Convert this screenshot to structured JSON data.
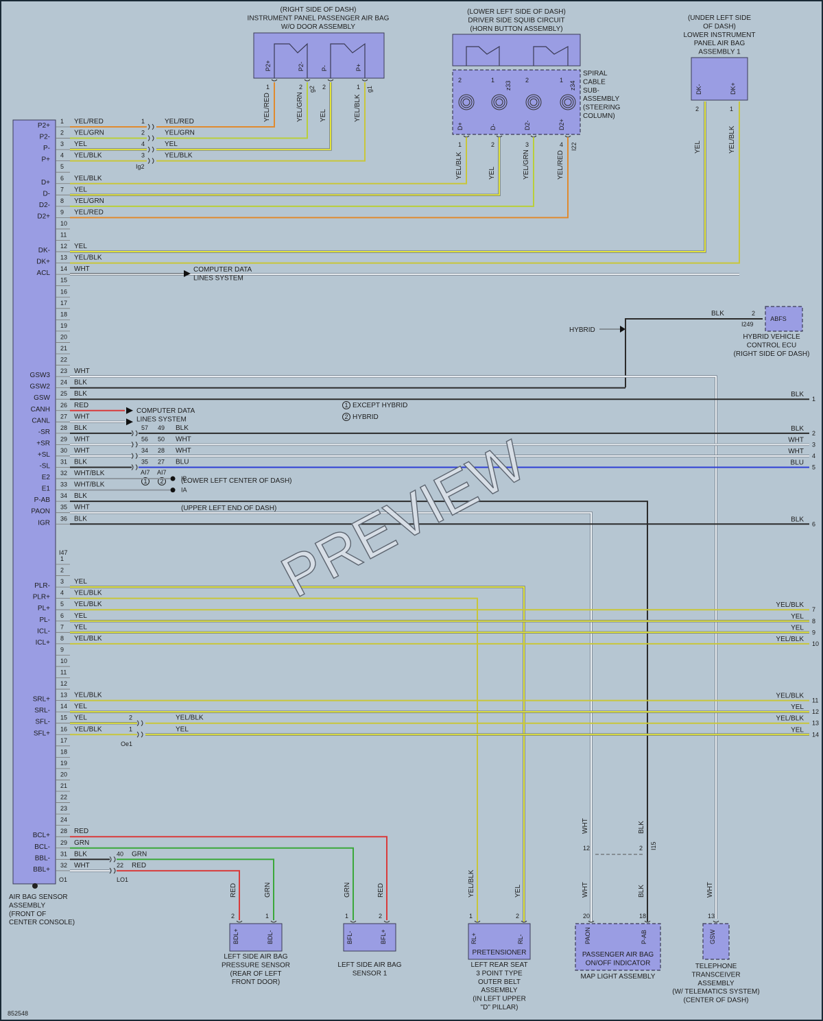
{
  "ecu": {
    "caption": [
      "AIR BAG SENSOR",
      "ASSEMBLY",
      "(FRONT OF",
      "CENTER CONSOLE)"
    ],
    "connector_a": "I47",
    "connector_b": "O1",
    "pins_a": [
      {
        "n": "1",
        "term": "P2+",
        "color": "YEL/RED",
        "wire": "#e08a2e"
      },
      {
        "n": "2",
        "term": "P2-",
        "color": "YEL/GRN",
        "wire": "#b9cf3a"
      },
      {
        "n": "3",
        "term": "P-",
        "color": "YEL",
        "wire": "#e3e43c"
      },
      {
        "n": "4",
        "term": "P+",
        "color": "YEL/BLK",
        "wire": "#c8c63a"
      },
      {
        "n": "5",
        "term": "",
        "color": "",
        "wire": ""
      },
      {
        "n": "6",
        "term": "D+",
        "color": "YEL/BLK",
        "wire": "#c8c63a"
      },
      {
        "n": "7",
        "term": "D-",
        "color": "YEL",
        "wire": "#e3e43c"
      },
      {
        "n": "8",
        "term": "D2-",
        "color": "YEL/GRN",
        "wire": "#b9cf3a"
      },
      {
        "n": "9",
        "term": "D2+",
        "color": "YEL/RED",
        "wire": "#e08a2e"
      },
      {
        "n": "10",
        "term": "",
        "color": "",
        "wire": ""
      },
      {
        "n": "11",
        "term": "",
        "color": "",
        "wire": ""
      },
      {
        "n": "12",
        "term": "DK-",
        "color": "YEL",
        "wire": "#e3e43c"
      },
      {
        "n": "13",
        "term": "DK+",
        "color": "YEL/BLK",
        "wire": "#c8c63a"
      },
      {
        "n": "14",
        "term": "ACL",
        "color": "WHT",
        "wire": "#eef2f6"
      },
      {
        "n": "15",
        "term": "",
        "color": "",
        "wire": ""
      },
      {
        "n": "16",
        "term": "",
        "color": "",
        "wire": ""
      },
      {
        "n": "17",
        "term": "",
        "color": "",
        "wire": ""
      },
      {
        "n": "18",
        "term": "",
        "color": "",
        "wire": ""
      },
      {
        "n": "19",
        "term": "",
        "color": "",
        "wire": ""
      },
      {
        "n": "20",
        "term": "",
        "color": "",
        "wire": ""
      },
      {
        "n": "21",
        "term": "",
        "color": "",
        "wire": ""
      },
      {
        "n": "22",
        "term": "",
        "color": "",
        "wire": ""
      },
      {
        "n": "23",
        "term": "GSW3",
        "color": "WHT",
        "wire": "#eef2f6"
      },
      {
        "n": "24",
        "term": "GSW2",
        "color": "BLK",
        "wire": "#2b2b2b"
      },
      {
        "n": "25",
        "term": "GSW",
        "color": "BLK",
        "wire": "#2b2b2b"
      },
      {
        "n": "26",
        "term": "CANH",
        "color": "RED",
        "wire": "#d93a3a"
      },
      {
        "n": "27",
        "term": "CANL",
        "color": "WHT",
        "wire": "#eef2f6"
      },
      {
        "n": "28",
        "term": "-SR",
        "color": "BLK",
        "wire": "#2b2b2b"
      },
      {
        "n": "29",
        "term": "+SR",
        "color": "WHT",
        "wire": "#eef2f6"
      },
      {
        "n": "30",
        "term": "+SL",
        "color": "WHT",
        "wire": "#eef2f6"
      },
      {
        "n": "31",
        "term": "-SL",
        "color": "BLK",
        "wire": "#2b2b2b"
      },
      {
        "n": "32",
        "term": "E2",
        "color": "WHT/BLK",
        "wire": "#8e979f"
      },
      {
        "n": "33",
        "term": "E1",
        "color": "WHT/BLK",
        "wire": "#8e979f"
      },
      {
        "n": "34",
        "term": "P-AB",
        "color": "BLK",
        "wire": "#2b2b2b"
      },
      {
        "n": "35",
        "term": "PAON",
        "color": "WHT",
        "wire": "#eef2f6"
      },
      {
        "n": "36",
        "term": "IGR",
        "color": "BLK",
        "wire": "#2b2b2b"
      }
    ],
    "pins_b": [
      {
        "n": "1",
        "term": "",
        "color": "",
        "wire": ""
      },
      {
        "n": "2",
        "term": "",
        "color": "",
        "wire": ""
      },
      {
        "n": "3",
        "term": "PLR-",
        "color": "YEL",
        "wire": "#e3e43c"
      },
      {
        "n": "4",
        "term": "PLR+",
        "color": "YEL/BLK",
        "wire": "#c8c63a"
      },
      {
        "n": "5",
        "term": "PL+",
        "color": "YEL/BLK",
        "wire": "#c8c63a"
      },
      {
        "n": "6",
        "term": "PL-",
        "color": "YEL",
        "wire": "#e3e43c"
      },
      {
        "n": "7",
        "term": "ICL-",
        "color": "YEL",
        "wire": "#e3e43c"
      },
      {
        "n": "8",
        "term": "ICL+",
        "color": "YEL/BLK",
        "wire": "#c8c63a"
      },
      {
        "n": "9",
        "term": "",
        "color": "",
        "wire": ""
      },
      {
        "n": "10",
        "term": "",
        "color": "",
        "wire": ""
      },
      {
        "n": "11",
        "term": "",
        "color": "",
        "wire": ""
      },
      {
        "n": "12",
        "term": "",
        "color": "",
        "wire": ""
      },
      {
        "n": "13",
        "term": "SRL+",
        "color": "YEL/BLK",
        "wire": "#c8c63a"
      },
      {
        "n": "14",
        "term": "SRL-",
        "color": "YEL",
        "wire": "#e3e43c"
      },
      {
        "n": "15",
        "term": "SFL-",
        "color": "YEL",
        "wire": "#e3e43c"
      },
      {
        "n": "16",
        "term": "SFL+",
        "color": "YEL/BLK",
        "wire": "#c8c63a"
      },
      {
        "n": "17",
        "term": "",
        "color": "",
        "wire": ""
      },
      {
        "n": "18",
        "term": "",
        "color": "",
        "wire": ""
      },
      {
        "n": "19",
        "term": "",
        "color": "",
        "wire": ""
      },
      {
        "n": "20",
        "term": "",
        "color": "",
        "wire": ""
      },
      {
        "n": "21",
        "term": "",
        "color": "",
        "wire": ""
      },
      {
        "n": "22",
        "term": "",
        "color": "",
        "wire": ""
      },
      {
        "n": "23",
        "term": "",
        "color": "",
        "wire": ""
      },
      {
        "n": "24",
        "term": "",
        "color": "",
        "wire": ""
      },
      {
        "n": "28",
        "term": "BCL+",
        "color": "RED",
        "wire": "#d93a3a"
      },
      {
        "n": "29",
        "term": "BCL-",
        "color": "GRN",
        "wire": "#3aa83a"
      },
      {
        "n": "31",
        "term": "BBL-",
        "color": "BLK",
        "wire": "#2b2b2b"
      },
      {
        "n": "32",
        "term": "BBL+",
        "color": "WHT",
        "wire": "#eef2f6"
      }
    ]
  },
  "passenger_airbag": {
    "caption": [
      "(RIGHT SIDE OF DASH)",
      "INSTRUMENT PANEL PASSENGER AIR BAG",
      "W/O DOOR ASSEMBLY"
    ],
    "terminals": [
      "P2+",
      "P2-",
      "P-",
      "P+"
    ],
    "pins": [
      "1",
      "2",
      "2",
      "1"
    ],
    "wires": [
      "YEL/RED",
      "YEL/GRN",
      "YEL",
      "YEL/BLK"
    ],
    "connectors": [
      "g2",
      "g1"
    ],
    "junction": "Ig2",
    "junction_rows": [
      {
        "a": "1",
        "b": "YEL/RED"
      },
      {
        "a": "2",
        "b": "YEL/GRN"
      },
      {
        "a": "4",
        "b": "YEL"
      },
      {
        "a": "3",
        "b": "YEL/BLK"
      }
    ]
  },
  "driver_squib": {
    "caption": [
      "(LOWER LEFT SIDE OF DASH)",
      "DRIVER SIDE SQUIB CIRCUIT",
      "(HORN BUTTON ASSEMBLY)"
    ],
    "spiral_caption": [
      "SPIRAL",
      "CABLE",
      "SUB-",
      "ASSEMBLY",
      "(STEERING",
      "COLUMN)"
    ],
    "terminals": [
      "D+",
      "D-",
      "D2-",
      "D2+"
    ],
    "top_pins": [
      "2",
      "1",
      "2",
      "1"
    ],
    "top_connectors": [
      "z33",
      "z34"
    ],
    "bottom_pins": [
      "1",
      "2",
      "3",
      "4"
    ],
    "bottom_connector": "I22",
    "wires": [
      "YEL/BLK",
      "YEL",
      "YEL/GRN",
      "YEL/RED"
    ]
  },
  "knee_airbag": {
    "caption": [
      "(UNDER LEFT SIDE",
      "OF DASH)",
      "LOWER INSTRUMENT",
      "PANEL AIR BAG",
      "ASSEMBLY 1"
    ],
    "terminals": [
      "DK-",
      "DK+"
    ],
    "pins": [
      "2",
      "1"
    ],
    "wires": [
      "YEL",
      "YEL/BLK"
    ]
  },
  "abfs": {
    "label": "ABFS",
    "pin": "2",
    "wire": "BLK",
    "connector": "I249",
    "hybrid_label": "HYBRID",
    "caption": [
      "HYBRID VEHICLE",
      "CONTROL ECU",
      "(RIGHT SIDE OF DASH)"
    ]
  },
  "notes": {
    "computer_data_1": [
      "COMPUTER DATA",
      "LINES SYSTEM"
    ],
    "computer_data_2": [
      "COMPUTER DATA",
      "LINES SYSTEM"
    ],
    "except_hybrid": "EXCEPT HYBRID",
    "hybrid": "HYBRID",
    "legend_1": "1",
    "legend_2": "2",
    "ground_ib": "IB",
    "ground_ia": "IA",
    "ground_ib_loc": "(LOWER LEFT CENTER OF DASH)",
    "ground_ia_loc": "(UPPER LEFT END OF DASH)",
    "sr_junction": "AI7",
    "sr_rows": [
      {
        "a": "57",
        "b": "49",
        "c": "BLK"
      },
      {
        "a": "56",
        "b": "50",
        "c": "WHT"
      },
      {
        "a": "34",
        "b": "28",
        "c": "WHT"
      },
      {
        "a": "35",
        "b": "27",
        "c": "BLU"
      }
    ],
    "sfl_junction": "Oe1",
    "sfl_rows": [
      {
        "a": "2",
        "c": "YEL/BLK"
      },
      {
        "a": "1",
        "c": "YEL"
      }
    ],
    "bbl_junction": "LO1",
    "bbl_rows": [
      {
        "a": "40",
        "c": "GRN"
      },
      {
        "a": "22",
        "c": "RED"
      }
    ],
    "doc_id": "852548",
    "watermark": "PREVIEW"
  },
  "right_edge": [
    {
      "n": "1",
      "label": "BLK"
    },
    {
      "n": "2",
      "label": "BLK"
    },
    {
      "n": "3",
      "label": "WHT"
    },
    {
      "n": "4",
      "label": "WHT"
    },
    {
      "n": "5",
      "label": "BLU"
    },
    {
      "n": "6",
      "label": "BLK"
    },
    {
      "n": "7",
      "label": "YEL/BLK"
    },
    {
      "n": "8",
      "label": "YEL"
    },
    {
      "n": "9",
      "label": "YEL"
    },
    {
      "n": "10",
      "label": "YEL/BLK"
    },
    {
      "n": "11",
      "label": "YEL/BLK"
    },
    {
      "n": "12",
      "label": "YEL"
    },
    {
      "n": "13",
      "label": "YEL/BLK"
    },
    {
      "n": "14",
      "label": "YEL"
    }
  ],
  "bottom_components": [
    {
      "id": "bdl",
      "caption": [
        "LEFT SIDE AIR BAG",
        "PRESSURE SENSOR",
        "(REAR OF LEFT",
        "FRONT DOOR)"
      ],
      "terminals": [
        "BDL+",
        "BDL-"
      ],
      "pins": [
        "2",
        "1"
      ],
      "wires": [
        "RED",
        "GRN"
      ]
    },
    {
      "id": "bfl",
      "caption": [
        "LEFT SIDE AIR BAG",
        "SENSOR 1"
      ],
      "terminals": [
        "BFL-",
        "BFL+"
      ],
      "pins": [
        "1",
        "2"
      ],
      "wires": [
        "GRN",
        "RED"
      ]
    },
    {
      "id": "pret",
      "caption": [
        "LEFT REAR SEAT",
        "3 POINT TYPE",
        "OUTER BELT",
        "ASSEMBLY",
        "(IN LEFT UPPER",
        "\"D\" PILLAR)"
      ],
      "terminals": [
        "RL+",
        "RL-"
      ],
      "pins": [
        "1",
        "2"
      ],
      "wires": [
        "YEL/BLK",
        "YEL"
      ],
      "inner": "PRETENSIONER"
    },
    {
      "id": "paon",
      "caption": [
        "MAP LIGHT ASSEMBLY"
      ],
      "terminals": [
        "PAON",
        "P-AB"
      ],
      "pins": [
        "20",
        "18"
      ],
      "wires": [
        "WHT",
        "BLK"
      ],
      "inner": [
        "PASSENGER AIR BAG",
        "ON/OFF INDICATOR"
      ],
      "junction_pins": [
        "12",
        "2"
      ],
      "junction": "I15",
      "junction_wires": [
        "WHT",
        "BLK"
      ]
    },
    {
      "id": "gsw",
      "caption": [
        "TELEPHONE",
        "TRANSCEIVER",
        "ASSEMBLY",
        "(W/ TELEMATICS SYSTEM)",
        "(CENTER OF DASH)"
      ],
      "terminals": [
        "GSW"
      ],
      "pins": [
        "13"
      ],
      "wires": [
        "WHT"
      ]
    }
  ]
}
